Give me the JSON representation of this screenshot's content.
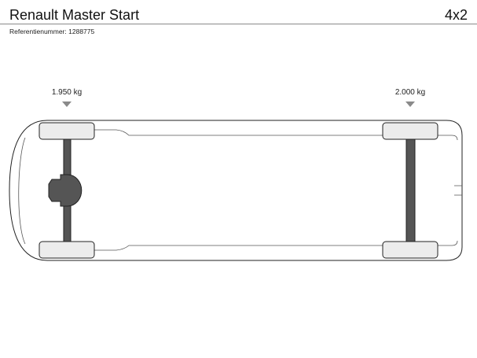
{
  "header": {
    "title": "Renault Master Start",
    "drive_config": "4x2"
  },
  "reference": {
    "label": "Referentienummer:",
    "number": "1288775"
  },
  "axles": {
    "front_weight": "1.950 kg",
    "rear_weight": "2.000 kg"
  },
  "colors": {
    "outline": "#222222",
    "tire_fill": "#ececec",
    "axle_fill": "#555555",
    "rule": "#8a8a8a"
  }
}
